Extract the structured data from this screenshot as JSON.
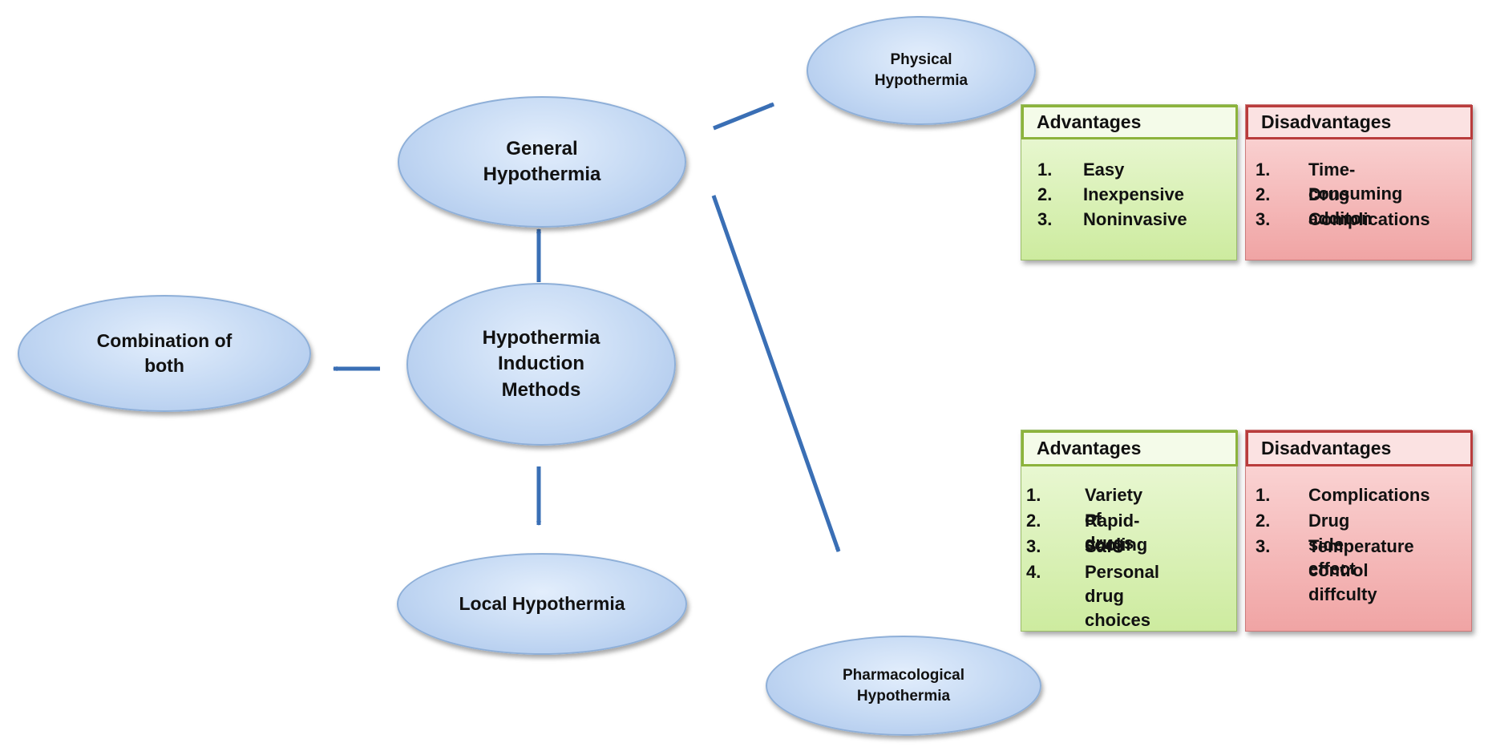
{
  "nodes": {
    "center": "Hypothermia\nInduction\nMethods",
    "general": "General\nHypothermia",
    "local": "Local Hypothermia",
    "combination": "Combination of\nboth",
    "physical": "Physical\nHypothermia",
    "pharmacological": "Pharmacological\nHypothermia"
  },
  "physical_panel": {
    "advantages": {
      "title": "Advantages",
      "items": [
        "Easy",
        "Inexpensive",
        "Noninvasive"
      ]
    },
    "disadvantages": {
      "title": "Disadvantages",
      "items": [
        "Time-consuming",
        "Drug additon",
        "Complications"
      ]
    }
  },
  "pharmacological_panel": {
    "advantages": {
      "title": "Advantages",
      "items": [
        "Variety of drugs",
        "Rapid-cooling",
        "Safe",
        "Personal drug\nchoices"
      ]
    },
    "disadvantages": {
      "title": "Disadvantages",
      "items": [
        "Complications",
        "Drug side effect",
        "Temperature\ncontrol diffculty"
      ]
    }
  },
  "colors": {
    "arrow": "#3a6fb5",
    "oval_fill": "#c3d8f3",
    "advantage_border": "#8cb33c",
    "disadvantage_border": "#b93c3c"
  }
}
